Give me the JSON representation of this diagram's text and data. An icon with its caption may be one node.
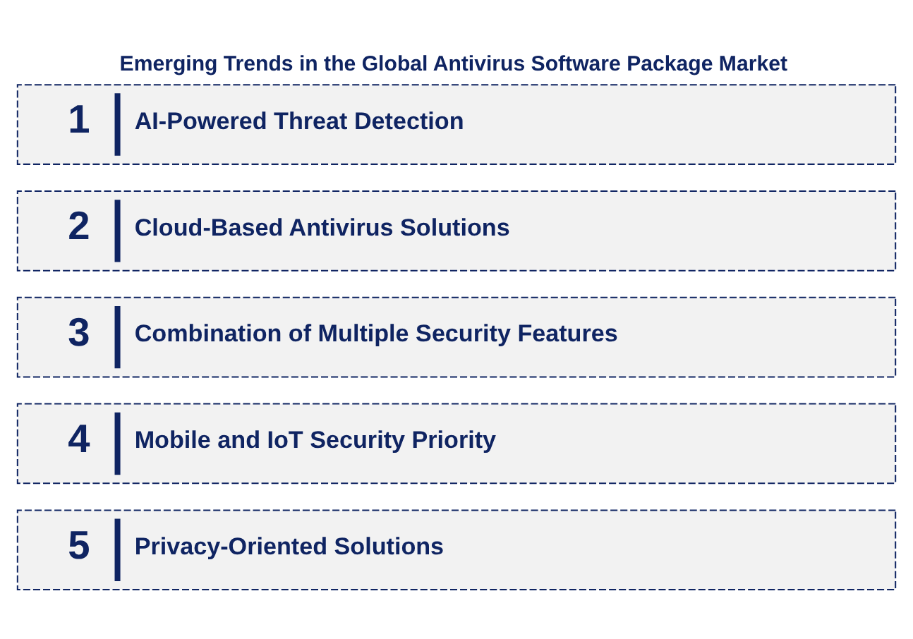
{
  "diagram": {
    "title": "Emerging Trends in the Global Antivirus Software Package Market",
    "nodes": [
      {
        "text": [
          "1",
          "AI-Powered Threat Detection"
        ]
      },
      {
        "text": [
          "2",
          "Cloud-Based Antivirus Solutions"
        ]
      },
      {
        "text": [
          "3",
          "Combination of Multiple Security Features"
        ]
      },
      {
        "text": [
          "4",
          "Mobile and IoT Security Priority"
        ]
      },
      {
        "text": [
          "5",
          "Privacy-Oriented Solutions"
        ]
      }
    ]
  }
}
